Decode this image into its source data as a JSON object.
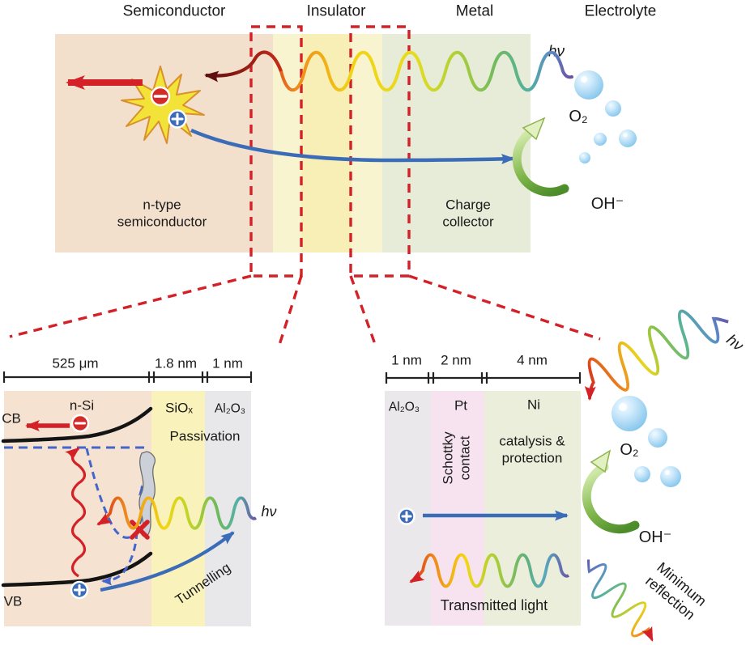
{
  "header": {
    "semiconductor": "Semiconductor",
    "insulator": "Insulator",
    "metal": "Metal",
    "electrolyte": "Electrolyte"
  },
  "top_panel": {
    "hv": "hν",
    "o2": "O₂",
    "oh": "OH⁻",
    "semiconductor_region": "n-type\nsemiconductor",
    "metal_region": "Charge\ncollector"
  },
  "left_panel": {
    "scale_si": "525 μm",
    "scale_siox": "1.8 nm",
    "scale_alox": "1 nm",
    "n_si": "n-Si",
    "siox": "SiOₓ",
    "alox": "Al₂O₃",
    "cb": "CB",
    "vb": "VB",
    "passivation": "Passivation",
    "tunnelling": "Tunnelling",
    "hv": "hν"
  },
  "right_panel": {
    "scale_alox": "1 nm",
    "scale_pt": "2 nm",
    "scale_ni": "4 nm",
    "alox": "Al₂O₃",
    "pt": "Pt",
    "ni": "Ni",
    "schottky": "Schottky\ncontact",
    "catalysis": "catalysis &\nprotection",
    "transmitted": "Transmitted light",
    "hv": "hν",
    "o2": "O₂",
    "oh": "OH⁻",
    "minimum_reflection": "Minimum\nreflection"
  },
  "icons": {
    "electron": "−",
    "hole": "+",
    "blocked_recombination": "×"
  },
  "colors": {
    "semiconductor": "#f2dfcc",
    "insulator": "#f9f4d0",
    "insulator_core": "#f7efb6",
    "metal": "#e7ecd8",
    "si_substrate": "#f5e2d0",
    "siox_layer": "#f9f2ba",
    "alox_layer": "#e8e7ea",
    "alox_layer2": "#eae8eb",
    "pt_layer": "#f6e3ef",
    "ni_layer": "#eaeeda",
    "accent_red": "#d42027",
    "accent_dark_red": "#5e0f0f",
    "accent_blue": "#3a6cb8",
    "dashed_blue": "#4466cc",
    "band_black": "#141414",
    "green_dark": "#4c8c2a",
    "green_light": "#cfe8a8",
    "bubble_blue": "#85c6ec"
  }
}
